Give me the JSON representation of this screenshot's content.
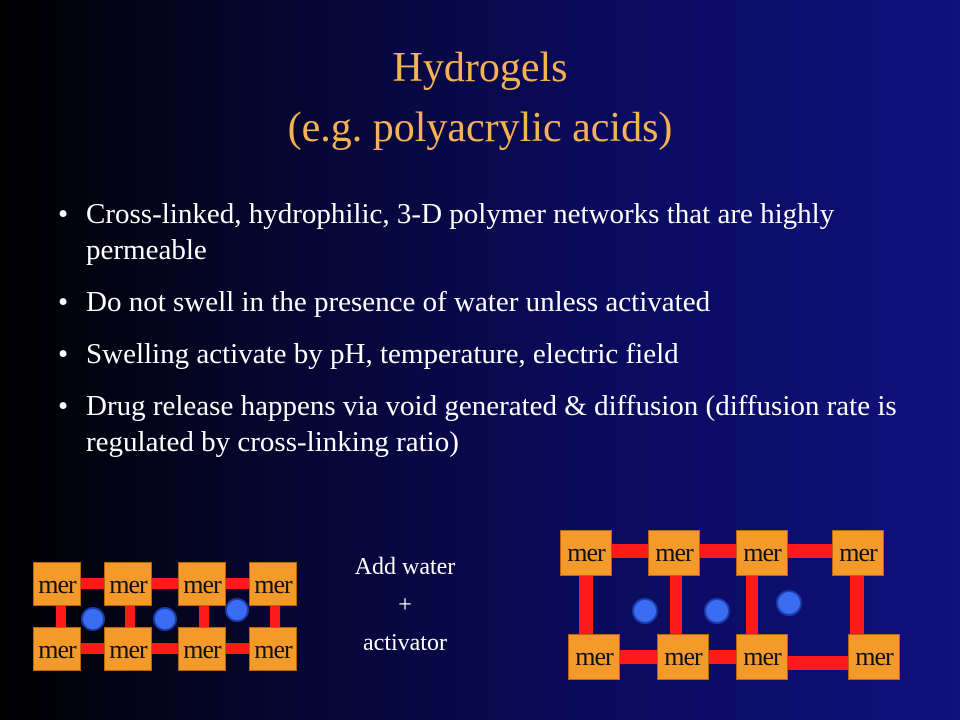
{
  "slide": {
    "title_line1": "Hydrogels",
    "title_line2": "(e.g. polyacrylic acids)",
    "bullets": [
      "Cross-linked, hydrophilic, 3-D polymer networks that are highly permeable",
      "Do not swell in the presence of water unless activated",
      "Swelling activate by pH, temperature, electric field",
      "Drug release happens via void generated & diffusion (diffusion rate is regulated by cross-linking ratio)"
    ],
    "bullet_glyph": "•"
  },
  "diagram": {
    "unit_label": "mer",
    "caption": [
      "Add water",
      "+",
      "activator"
    ],
    "colors": {
      "monomer": "#f39a2a",
      "crosslink": "#ff1a1a",
      "ion": "#3a6cf2",
      "title": "#f5b255"
    }
  }
}
